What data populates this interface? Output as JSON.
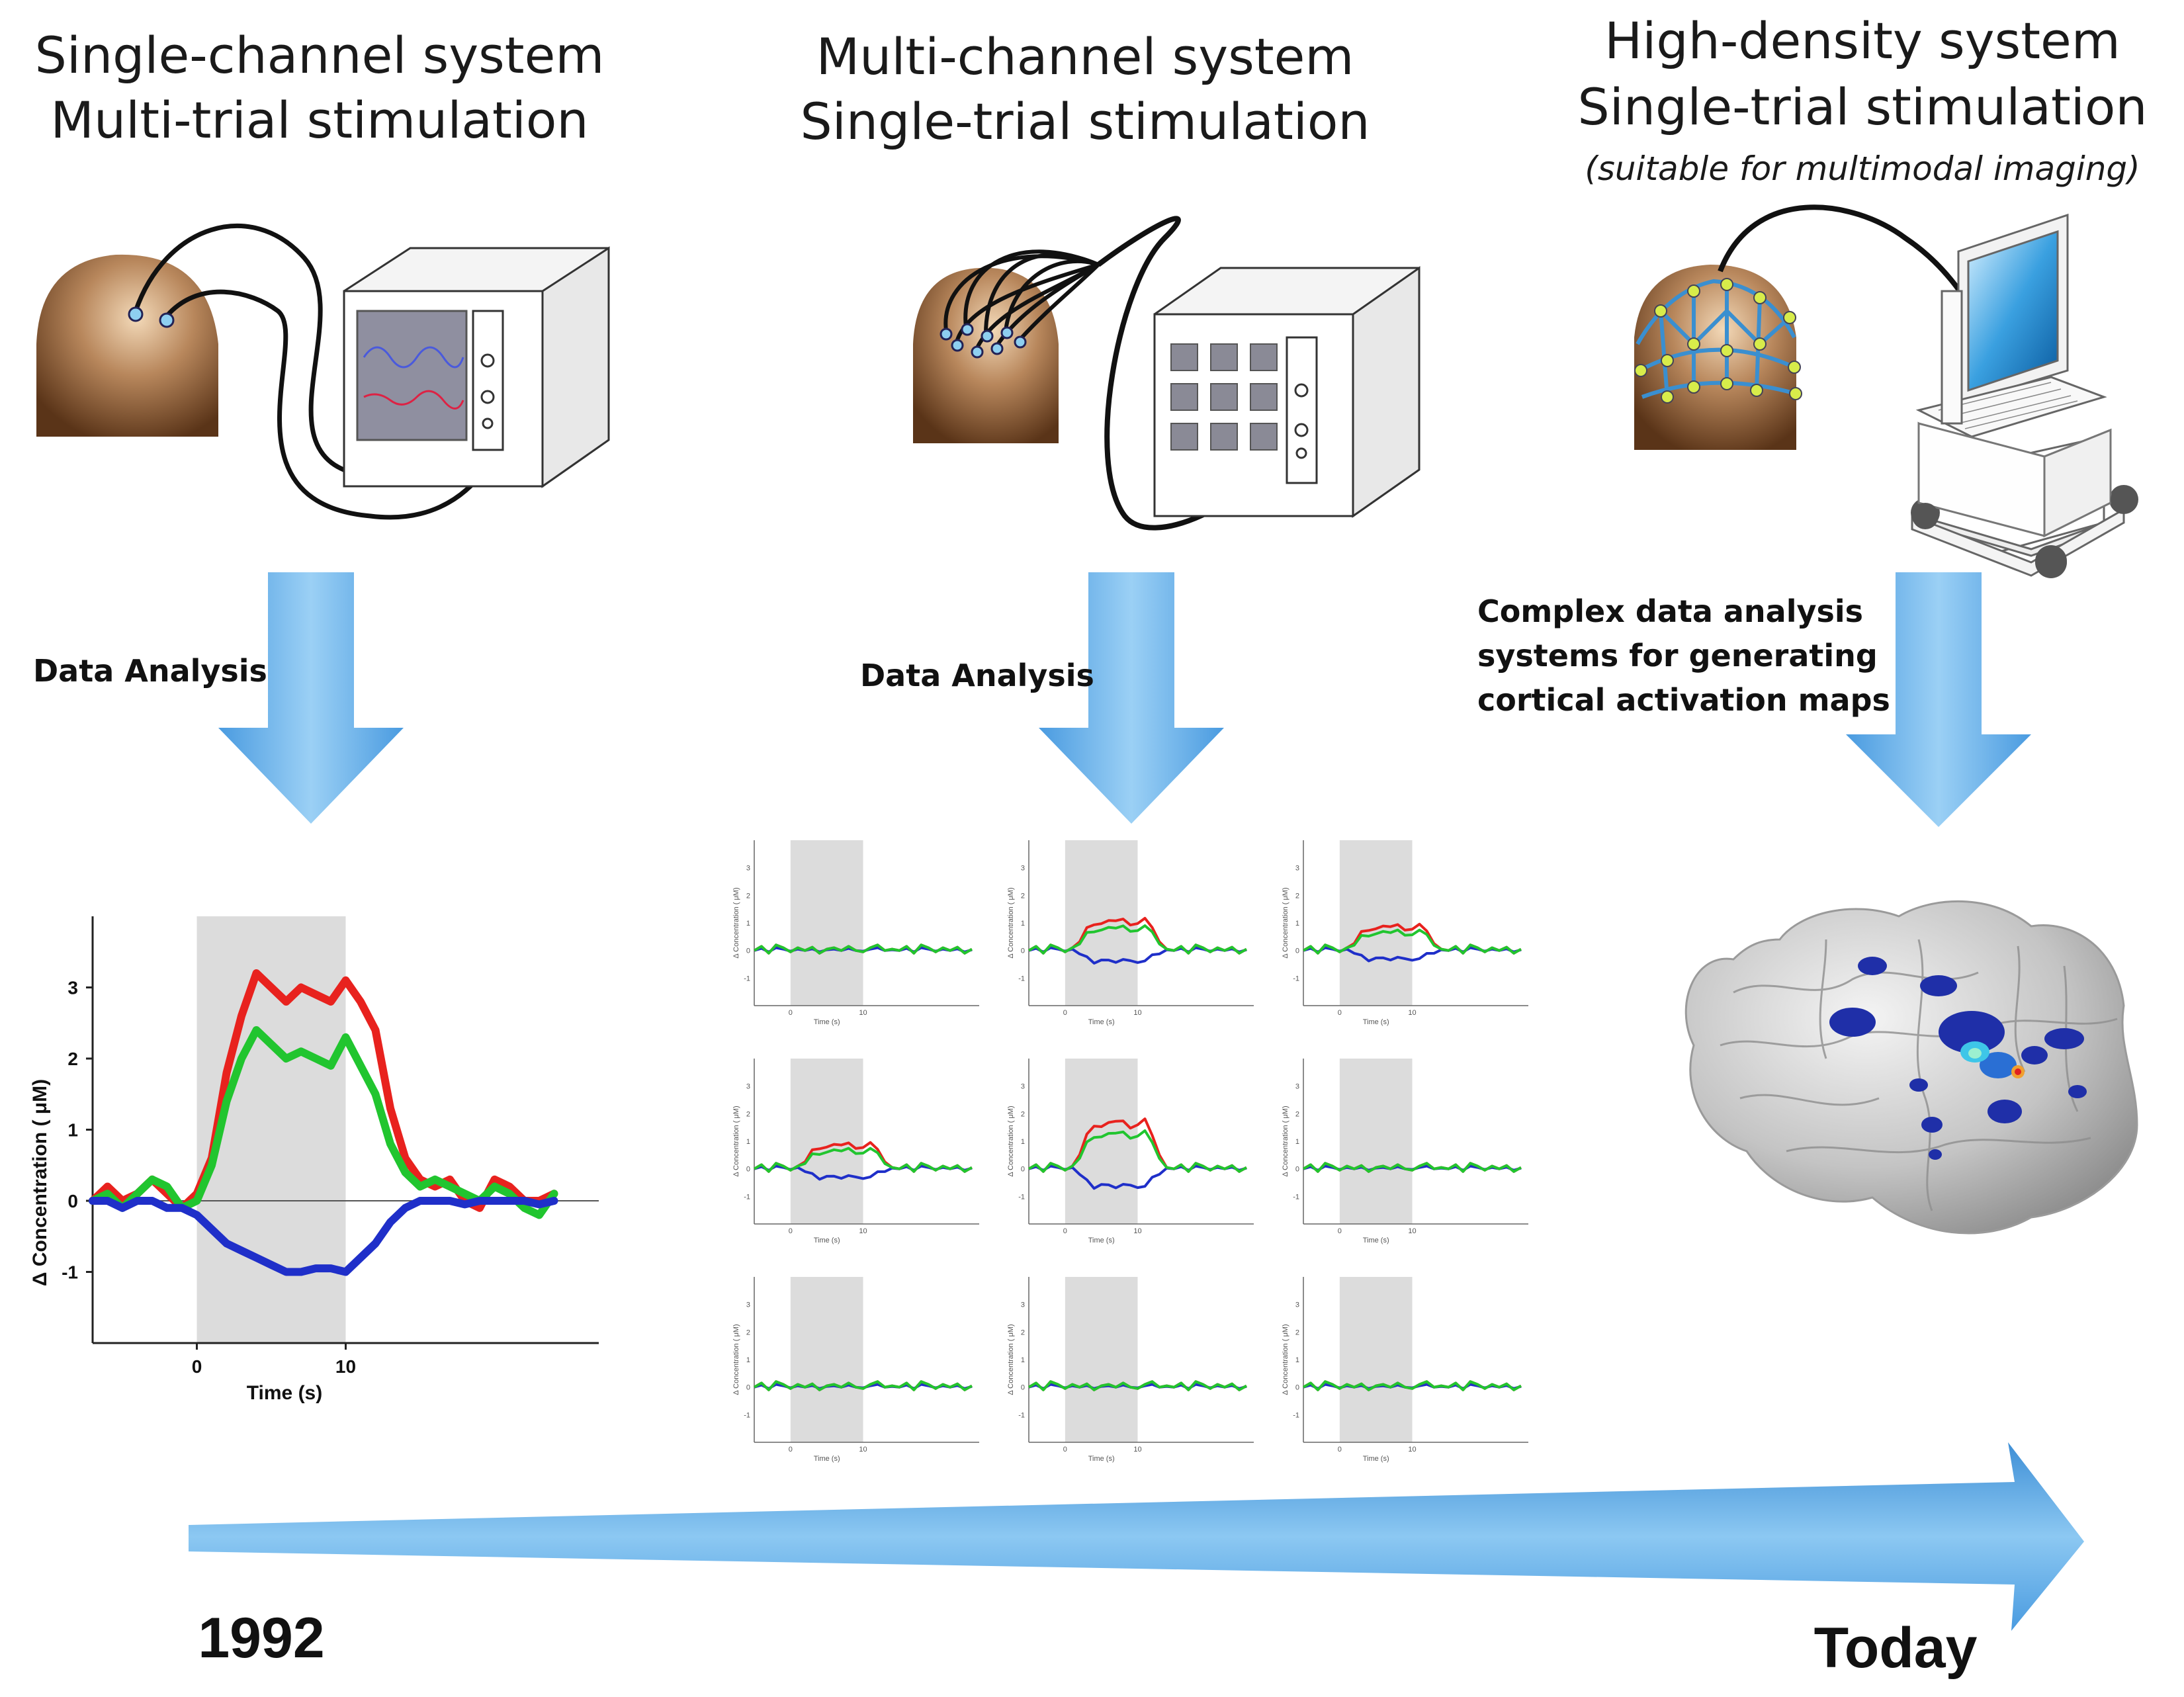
{
  "columns": [
    {
      "title_line1": "Single-channel system",
      "title_line2": "Multi-trial stimulation",
      "analysis_label": "Data Analysis"
    },
    {
      "title_line1": "Multi-channel system",
      "title_line2": "Single-trial stimulation",
      "analysis_label": "Data Analysis"
    },
    {
      "title_line1": "High-density system",
      "title_line2": "Single-trial stimulation",
      "subtitle": "(suitable for multimodal imaging)",
      "analysis_line1": "Complex data analysis",
      "analysis_line2": "systems for generating",
      "analysis_line3": "cortical activation maps"
    }
  ],
  "timeline": {
    "start_label": "1992",
    "end_label": "Today"
  },
  "colors": {
    "arrow": "#5aa8e4",
    "oxy": "#e8221e",
    "total": "#21c52f",
    "deoxy": "#1f2fc9",
    "stim_shade": "#dcdcdc",
    "skin": "#b8875c"
  },
  "icons": [
    "head-icon",
    "nirs-device-icon",
    "cable-icon",
    "probe-cap-icon",
    "computer-cart-icon",
    "brain-map-icon"
  ],
  "chart_data": [
    {
      "type": "line",
      "xlabel": "Time  (s)",
      "ylabel": "Δ Concentration  ( μM)",
      "xlim": [
        -7,
        16
      ],
      "ylim": [
        -2,
        4
      ],
      "xticks": [
        "0",
        "10"
      ],
      "yticks": [
        "3",
        "2",
        "1",
        "0",
        "-1"
      ],
      "stimulus_window": [
        0,
        10
      ],
      "series": [
        {
          "color": "#e8221e",
          "points": [
            [
              -7,
              0
            ],
            [
              -6,
              0.2
            ],
            [
              -5,
              0
            ],
            [
              -4,
              0.1
            ],
            [
              -3,
              0.3
            ],
            [
              -2,
              0.1
            ],
            [
              -1,
              -0.1
            ],
            [
              0,
              0.1
            ],
            [
              1,
              0.6
            ],
            [
              2,
              1.8
            ],
            [
              3,
              2.6
            ],
            [
              4,
              3.2
            ],
            [
              5,
              3.0
            ],
            [
              6,
              2.8
            ],
            [
              7,
              3.0
            ],
            [
              8,
              2.9
            ],
            [
              9,
              2.8
            ],
            [
              10,
              3.1
            ],
            [
              11,
              2.8
            ],
            [
              12,
              2.4
            ],
            [
              13,
              1.3
            ],
            [
              14,
              0.6
            ],
            [
              15,
              0.3
            ],
            [
              16,
              0.2
            ],
            [
              17,
              0.3
            ],
            [
              18,
              0
            ],
            [
              19,
              -0.1
            ],
            [
              20,
              0.3
            ],
            [
              21,
              0.2
            ],
            [
              22,
              0
            ],
            [
              23,
              0
            ],
            [
              24,
              0.1
            ]
          ]
        },
        {
          "color": "#21c52f",
          "points": [
            [
              -7,
              0
            ],
            [
              -6,
              0.1
            ],
            [
              -5,
              -0.1
            ],
            [
              -4,
              0.1
            ],
            [
              -3,
              0.3
            ],
            [
              -2,
              0.2
            ],
            [
              -1,
              -0.1
            ],
            [
              0,
              0
            ],
            [
              1,
              0.5
            ],
            [
              2,
              1.4
            ],
            [
              3,
              2.0
            ],
            [
              4,
              2.4
            ],
            [
              5,
              2.2
            ],
            [
              6,
              2.0
            ],
            [
              7,
              2.1
            ],
            [
              8,
              2.0
            ],
            [
              9,
              1.9
            ],
            [
              10,
              2.3
            ],
            [
              11,
              1.9
            ],
            [
              12,
              1.5
            ],
            [
              13,
              0.8
            ],
            [
              14,
              0.4
            ],
            [
              15,
              0.2
            ],
            [
              16,
              0.3
            ],
            [
              17,
              0.2
            ],
            [
              18,
              0.1
            ],
            [
              19,
              0
            ],
            [
              20,
              0.2
            ],
            [
              21,
              0.1
            ],
            [
              22,
              -0.1
            ],
            [
              23,
              -0.2
            ],
            [
              24,
              0.1
            ]
          ]
        },
        {
          "color": "#1f2fc9",
          "points": [
            [
              -7,
              0
            ],
            [
              -6,
              0
            ],
            [
              -5,
              -0.1
            ],
            [
              -4,
              0
            ],
            [
              -3,
              0
            ],
            [
              -2,
              -0.1
            ],
            [
              -1,
              -0.1
            ],
            [
              0,
              -0.2
            ],
            [
              1,
              -0.4
            ],
            [
              2,
              -0.6
            ],
            [
              3,
              -0.7
            ],
            [
              4,
              -0.8
            ],
            [
              5,
              -0.9
            ],
            [
              6,
              -1.0
            ],
            [
              7,
              -1.0
            ],
            [
              8,
              -0.95
            ],
            [
              9,
              -0.95
            ],
            [
              10,
              -1.0
            ],
            [
              11,
              -0.8
            ],
            [
              12,
              -0.6
            ],
            [
              13,
              -0.3
            ],
            [
              14,
              -0.1
            ],
            [
              15,
              0
            ],
            [
              16,
              0
            ],
            [
              17,
              0
            ],
            [
              18,
              -0.05
            ],
            [
              19,
              0
            ],
            [
              20,
              0
            ],
            [
              21,
              0
            ],
            [
              22,
              0
            ],
            [
              23,
              -0.05
            ],
            [
              24,
              0
            ]
          ]
        }
      ]
    }
  ],
  "mini_grid": {
    "xlabel": "Time  (s)",
    "ylabel": "Δ Concentration  ( μM)",
    "xticks": [
      "0",
      "10"
    ],
    "yticks": [
      "3",
      "2",
      "1",
      "0",
      "-1"
    ],
    "panels": [
      {
        "amplitude": 0
      },
      {
        "amplitude": 1
      },
      {
        "amplitude": 0.8
      },
      {
        "amplitude": 0.8
      },
      {
        "amplitude": 1.6
      },
      {
        "amplitude": 0
      },
      {
        "amplitude": 0
      },
      {
        "amplitude": 0
      },
      {
        "amplitude": 0
      }
    ]
  }
}
